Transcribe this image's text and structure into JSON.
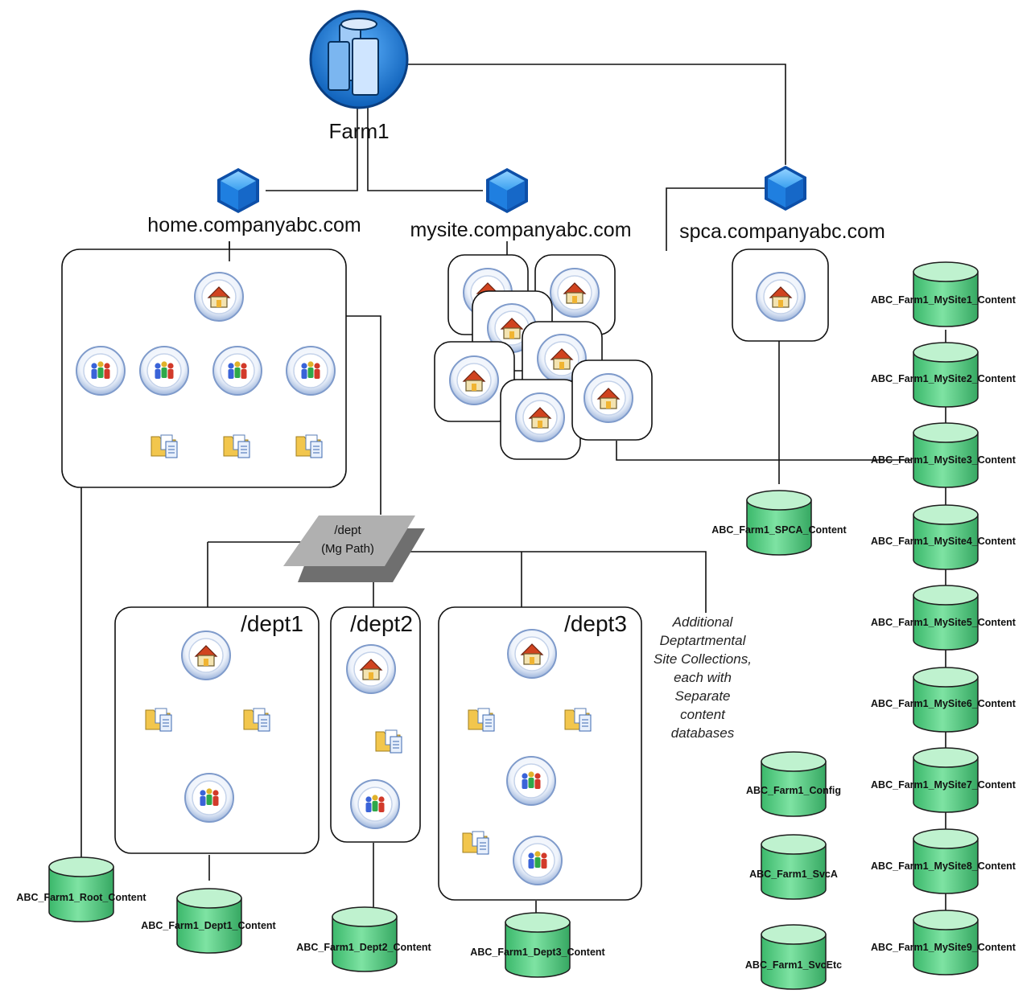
{
  "farm": {
    "label": "Farm1"
  },
  "web_apps": {
    "home": "home.companyabc.com",
    "mysite": "mysite.companyabc.com",
    "spca": "spca.companyabc.com"
  },
  "managed_path": {
    "line1": "/dept",
    "line2": "(Mg Path)"
  },
  "site_collections": {
    "dept1": "/dept1",
    "dept2": "/dept2",
    "dept3": "/dept3"
  },
  "note": {
    "lines": [
      "Additional",
      "Deptartmental",
      "Site Collections,",
      "each with",
      "Separate",
      "content",
      "databases"
    ]
  },
  "databases": {
    "root": "ABC_Farm1_Root_Content",
    "dept1": "ABC_Farm1_Dept1_Content",
    "dept2": "ABC_Farm1_Dept2_Content",
    "dept3": "ABC_Farm1_Dept3_Content",
    "spca": "ABC_Farm1_SPCA_Content",
    "config": "ABC_Farm1_Config",
    "svca": "ABC_Farm1_SvcA",
    "svcetc": "ABC_Farm1_SvcEtc",
    "mysites": [
      "ABC_Farm1_MySite1_Content",
      "ABC_Farm1_MySite2_Content",
      "ABC_Farm1_MySite3_Content",
      "ABC_Farm1_MySite4_Content",
      "ABC_Farm1_MySite5_Content",
      "ABC_Farm1_MySite6_Content",
      "ABC_Farm1_MySite7_Content",
      "ABC_Farm1_MySite8_Content",
      "ABC_Farm1_MySite9_Content"
    ]
  },
  "colors": {
    "db_fill": "#5fd38a",
    "db_top": "#b8f0c9",
    "cube": "#1e88e5",
    "farm_circle": "#1a78d4",
    "icon_ring": "#dbe6f6"
  },
  "icons": [
    "server-farm-icon",
    "web-app-cube-icon",
    "site-home-icon",
    "people-group-icon",
    "document-library-icon",
    "database-cylinder-icon"
  ]
}
